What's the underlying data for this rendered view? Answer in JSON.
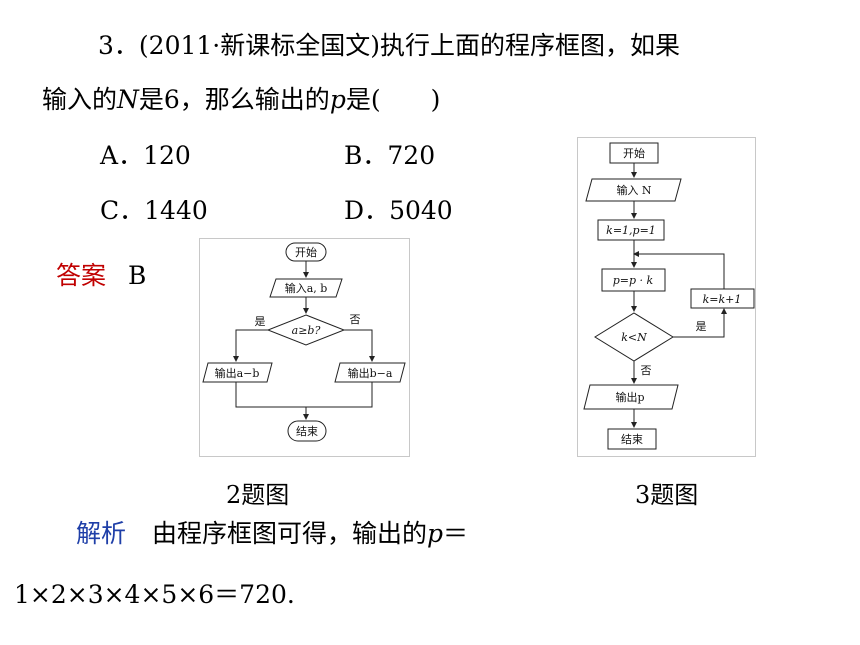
{
  "question": {
    "line1": "3．(2011·新课标全国文)执行上面的程序框图，如果",
    "line2_pre": "输入的",
    "line2_var_n": "N",
    "line2_mid": "是6，那么输出的",
    "line2_var_p": "p",
    "line2_post": "是(　　)"
  },
  "options": [
    {
      "letter": "A",
      "value": "120"
    },
    {
      "letter": "B",
      "value": "720"
    },
    {
      "letter": "C",
      "value": "1440"
    },
    {
      "letter": "D",
      "value": "5040"
    }
  ],
  "answer": {
    "label": "答案",
    "value": "B"
  },
  "flowchart2": {
    "caption": "2题图",
    "start": "开始",
    "input": "输入a, b",
    "condition": "a≥b?",
    "yes": "是",
    "no": "否",
    "out_left": "输出a−b",
    "out_right": "输出b−a",
    "end": "结束"
  },
  "flowchart3": {
    "caption": "3题图",
    "start": "开始",
    "input": "输入 N",
    "init": "k=1,p=1",
    "process": "p=p · k",
    "increment": "k=k+1",
    "condition": "k<N",
    "yes": "是",
    "no": "否",
    "output": "输出p",
    "end": "结束"
  },
  "explanation": {
    "label": "解析",
    "text_pre": "由程序框图可得，输出的",
    "var_p": "p",
    "text_post": "＝",
    "line2": "1×2×3×4×5×6＝720."
  },
  "colors": {
    "answer_label": "#c00000",
    "explanation_label": "#1f3fa8"
  }
}
